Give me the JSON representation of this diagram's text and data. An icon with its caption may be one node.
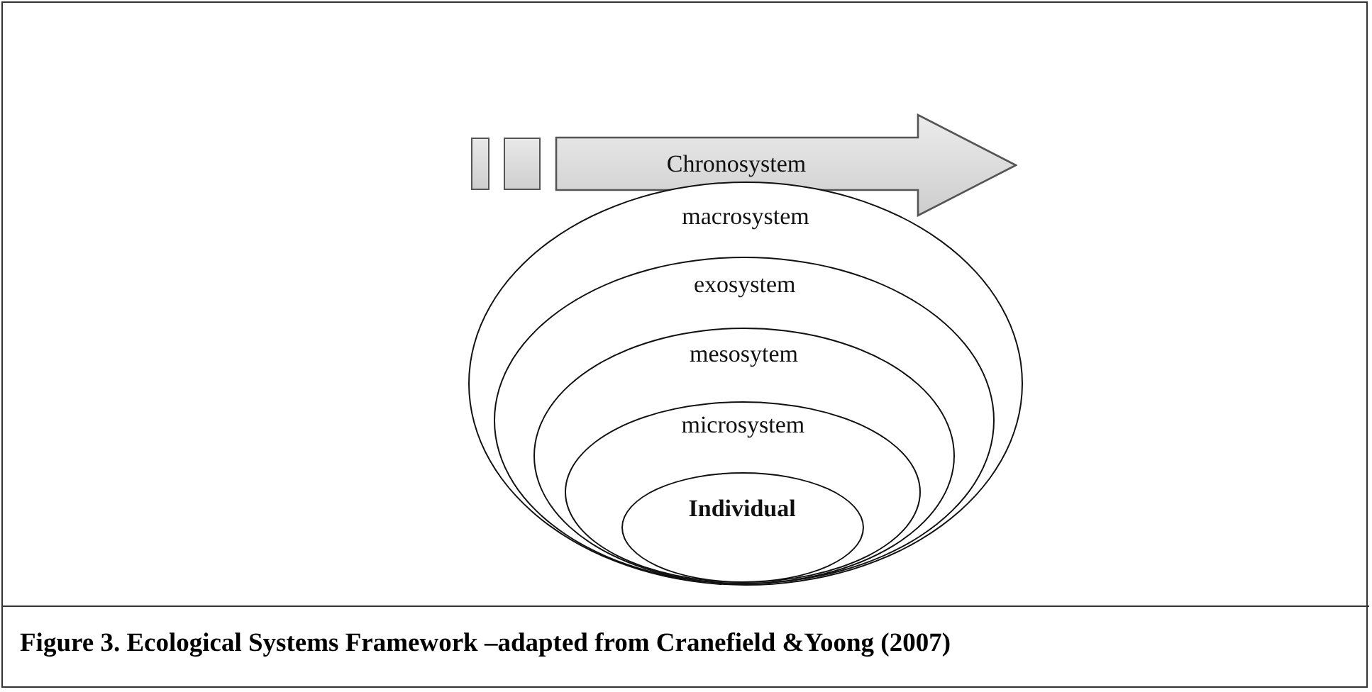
{
  "diagram": {
    "caption": "Figure 3. Ecological Systems Framework –adapted from Cranefield &Yoong (2007)",
    "nodes": [
      {
        "text": [],
        "shape": "box"
      },
      {
        "text": [],
        "shape": "box"
      },
      {
        "text": [
          "Chronosystem"
        ]
      },
      {
        "text": [
          "macrosystem"
        ]
      },
      {
        "text": [
          "exosystem"
        ],
        "in": 3
      },
      {
        "text": [
          "mesosytem"
        ],
        "in": 4
      },
      {
        "text": [
          "microsystem"
        ],
        "in": 5
      },
      {
        "text": [
          "Individual"
        ],
        "in": 6
      }
    ]
  }
}
